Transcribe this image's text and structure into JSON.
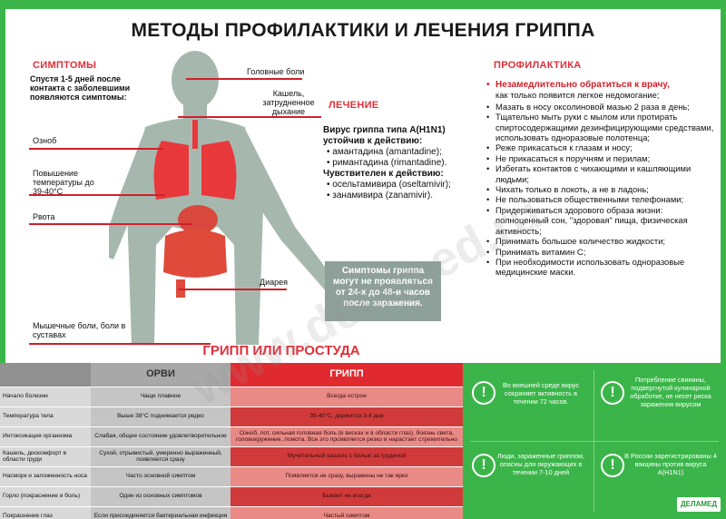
{
  "title": "МЕТОДЫ ПРОФИЛАКТИКИ И ЛЕЧЕНИЯ ГРИППА",
  "symptoms": {
    "heading": "СИМПТОМЫ",
    "intro": "Спустя 1-5 дней после контакта с заболевшими появляются симптомы:",
    "left_labels": [
      "Озноб",
      "Повышение температуры до 39-40°С",
      "Рвота",
      "Мышечные боли, боли в суставах"
    ],
    "right_labels": [
      "Головные боли",
      "Кашель, затрудненное дыхание",
      "Диарея"
    ]
  },
  "treatment": {
    "heading": "ЛЕЧЕНИЕ",
    "virus_line": "Вирус гриппа типа A(H1N1) устойчив к действию:",
    "resistant": [
      "амантадина (amantadine);",
      "римантадина (rimantadine)."
    ],
    "sensitive_line": "Чувствителен к действию:",
    "sensitive": [
      "осельтамивира (oseltamivir);",
      "занамивира (zanamivir)."
    ]
  },
  "symptom_note": "Симптомы гриппа могут не проявляться от 24-х до 48-и часов после заражения.",
  "prevention": {
    "heading": "ПРОФИЛАКТИКА",
    "first_bold": "Незамедлительно обратиться к врачу,",
    "first_rest": "как только появится легкое недомогание;",
    "items": [
      "Мазать в носу оксолиновой мазью 2 раза в день;",
      "Тщательно мыть руки с мылом или протирать спиртосодержащими дезинфицирующими средствами, использовать одноразовые полотенца;",
      "Реже прикасаться к глазам и носу;",
      "Не прикасаться к поручням и перилам;",
      "Избегать контактов с чихающими и кашляющими людьми;",
      "Чихать только в локоть, а не в ладонь;",
      "Не пользоваться общественными телефонами;",
      "Придерживаться здорового образа жизни: полноценный сон, \"здоровая\" пища, физическая активность;",
      "Принимать большое количество жидкости;",
      "Принимать витамин С;",
      "При необходимости использовать одноразовые медицинские маски."
    ]
  },
  "comparison": {
    "heading": "ГРИПП ИЛИ ПРОСТУДА",
    "col_orvi": "ОРВИ",
    "col_flu": "ГРИПП",
    "rows": [
      {
        "param": "Начало болезни",
        "orvi": "Чаще плавное",
        "flu": "Всегда острое"
      },
      {
        "param": "Температура тела",
        "orvi": "Выше 38°С поднимается редко",
        "flu": "39-40°С, держится 3-4 дня"
      },
      {
        "param": "Интоксикация организма",
        "orvi": "Слабая, общее состояние удовлетворительное",
        "flu": "Озноб, пот, сильная головная боль (в висках и в области глаз), боязнь света, головокружение, ломота. Все это проявляется резко и нарастает стремительно"
      },
      {
        "param": "Кашель, дискомфорт в области груди",
        "orvi": "Сухой, отрывистый, умеренно выраженный, появляется сразу",
        "flu": "Мучительный кашель с болью за грудиной"
      },
      {
        "param": "Насморк и заложенность носа",
        "orvi": "Часто основной симптом",
        "flu": "Появляется не сразу, выражены не так ярко"
      },
      {
        "param": "Горло (покраснение и боль)",
        "orvi": "Один из основных симптомов",
        "flu": "Бывает не всегда"
      },
      {
        "param": "Покраснение глаз",
        "orvi": "Если присоединяется бактериальная инфекция",
        "flu": "Частый симптом"
      }
    ]
  },
  "facts": [
    "Во внешней среде вирус сохраняет активность в течении 72 часов.",
    "Потребление свинины, подвергнутой кулинарной обработке, не несет риска заражения вирусом",
    "Люди, зараженные гриппом, опасны для окружающих в течении 7-10 дней",
    "В России зарегистрированы 4 вакцины против вируса A(H1N1)"
  ],
  "logo": "ДЕЛАМЕД",
  "watermark": "www.delamed.ru",
  "colors": {
    "accent_red": "#e0303a",
    "accent_green": "#3bb54a"
  }
}
